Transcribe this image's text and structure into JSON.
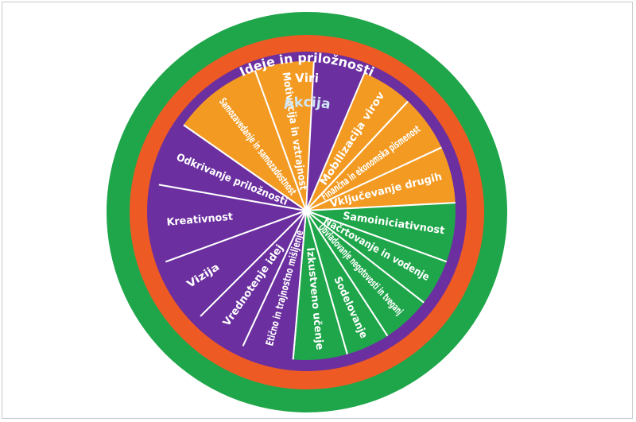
{
  "rings": {
    "outer": {
      "label": "Akcija",
      "color": "#1fa64a",
      "label_color": "#cfe6f5"
    },
    "middle": {
      "label": "Viri",
      "color": "#ee5a24",
      "label_color": "#ffffff"
    },
    "inner": {
      "label": "Ideje in priložnosti",
      "color": "#6b2fa0",
      "label_color": "#ffffff"
    }
  },
  "colors": {
    "orange": "#f39a22",
    "green": "#1fa64a",
    "purple": "#6b2fa0",
    "divider": "#ffffff"
  },
  "segments": [
    {
      "label": "Mobilizacija virov",
      "color": "orange"
    },
    {
      "label": "Finančna in ekonomska pismenost",
      "color": "orange"
    },
    {
      "label": "Vključevanje drugih",
      "color": "orange"
    },
    {
      "label": "Samoiniciativnost",
      "color": "green"
    },
    {
      "label": "Načrtovanje in vodenje",
      "color": "green"
    },
    {
      "label": "Obvladovanje negotovosti in tveganj",
      "color": "green"
    },
    {
      "label": "Sodelovanje",
      "color": "green"
    },
    {
      "label": "Izkustveno učenje",
      "color": "green"
    },
    {
      "label": "Etično in trajnostno mišljenje",
      "color": "purple"
    },
    {
      "label": "Vrednotenje idej",
      "color": "purple"
    },
    {
      "label": "Vizija",
      "color": "purple"
    },
    {
      "label": "Kreativnost",
      "color": "purple"
    },
    {
      "label": "Odkrivanje priložnosti",
      "color": "purple"
    },
    {
      "label": "Samozavedanje in samozadostnost",
      "color": "orange"
    },
    {
      "label": "Motivacija in vztrajnost",
      "color": "orange"
    }
  ]
}
